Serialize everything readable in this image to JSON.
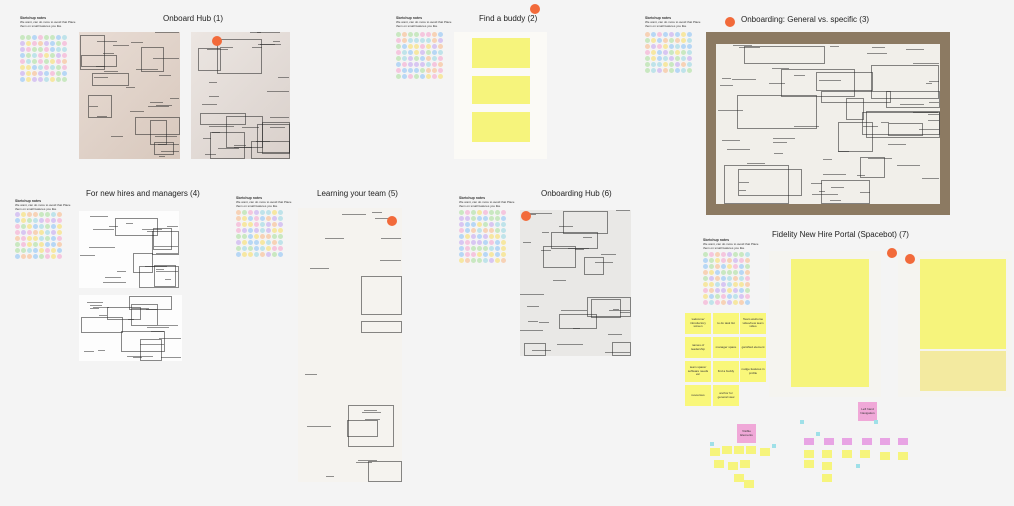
{
  "board": {
    "sections": [
      {
        "title": "Onboard Hub (1)"
      },
      {
        "title": "Find a buddy (2)"
      },
      {
        "title": "Onboarding: General vs. specific (3)"
      },
      {
        "title": "For new hires and managers (4)"
      },
      {
        "title": "Learning your team (5)"
      },
      {
        "title": "Onboarding Hub (6)"
      },
      {
        "title": "Fidelity New Hire Portal (Spacebot) (7)"
      }
    ],
    "note_header": "Sketchup notes",
    "note_body": "We want, can do more to avoid that Place them on small features you like"
  },
  "stickies": {
    "grid": [
      "welcome/ introductory screen",
      "to do task list",
      "Team welcome video/new team video",
      "names of leadership",
      "manager space",
      "gamified element",
      "team space/ software needs etc",
      "find a buddy",
      "nudge features in profile",
      "resources",
      "anchor for general view"
    ],
    "pink_label": "Left hand Navigation",
    "pink_label2": "Visible Elements"
  },
  "colors": {
    "accent_dot": "#f26a3a",
    "sticky_yellow": "#f9f77a",
    "sticky_pink": "#f0a8d8"
  }
}
